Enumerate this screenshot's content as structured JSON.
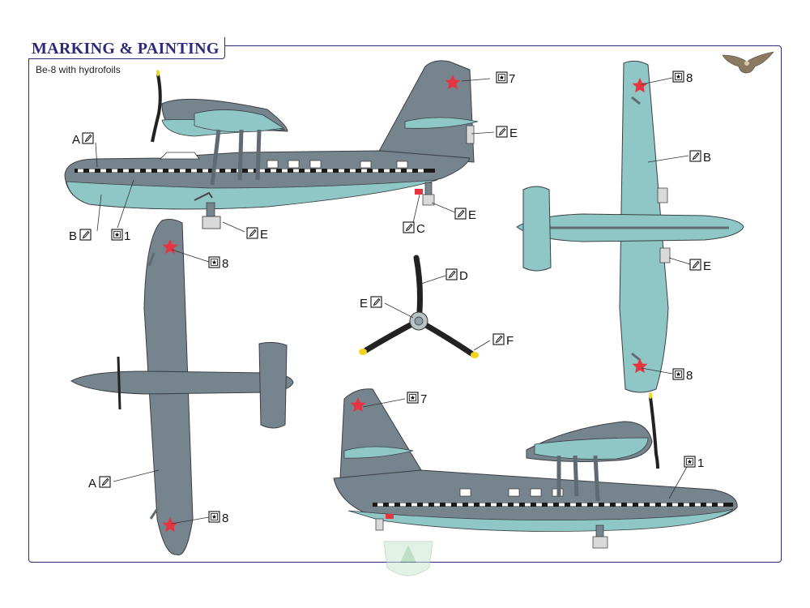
{
  "header": {
    "title": "MARKING & PAINTING",
    "subtitle": "Be-8 with hydrofoils"
  },
  "colors": {
    "frame": "#2d2a7a",
    "upper_grey": "#76848d",
    "light_blue": "#8fc6c6",
    "star_red": "#e83340",
    "stripe_black": "#1a1a1a",
    "prop_tip_yellow": "#f2d51a"
  },
  "icons": {
    "paint": "brush-icon",
    "decal": "decal-icon"
  },
  "callouts": {
    "side_top_A": "A",
    "side_top_B": "B",
    "side_top_1": "1",
    "side_top_7": "7",
    "side_top_E_tail": "E",
    "side_top_E_float": "E",
    "side_top_E_strut": "E",
    "side_top_C": "C",
    "top_view_8_upper": "8",
    "top_view_8_lower": "8",
    "top_view_A": "A",
    "bottom_view_8_upper": "8",
    "bottom_view_8_lower": "8",
    "bottom_view_B": "B",
    "bottom_view_E": "E",
    "prop_D": "D",
    "prop_E": "E",
    "prop_F": "F",
    "side_bottom_7": "7",
    "side_bottom_1": "1"
  }
}
